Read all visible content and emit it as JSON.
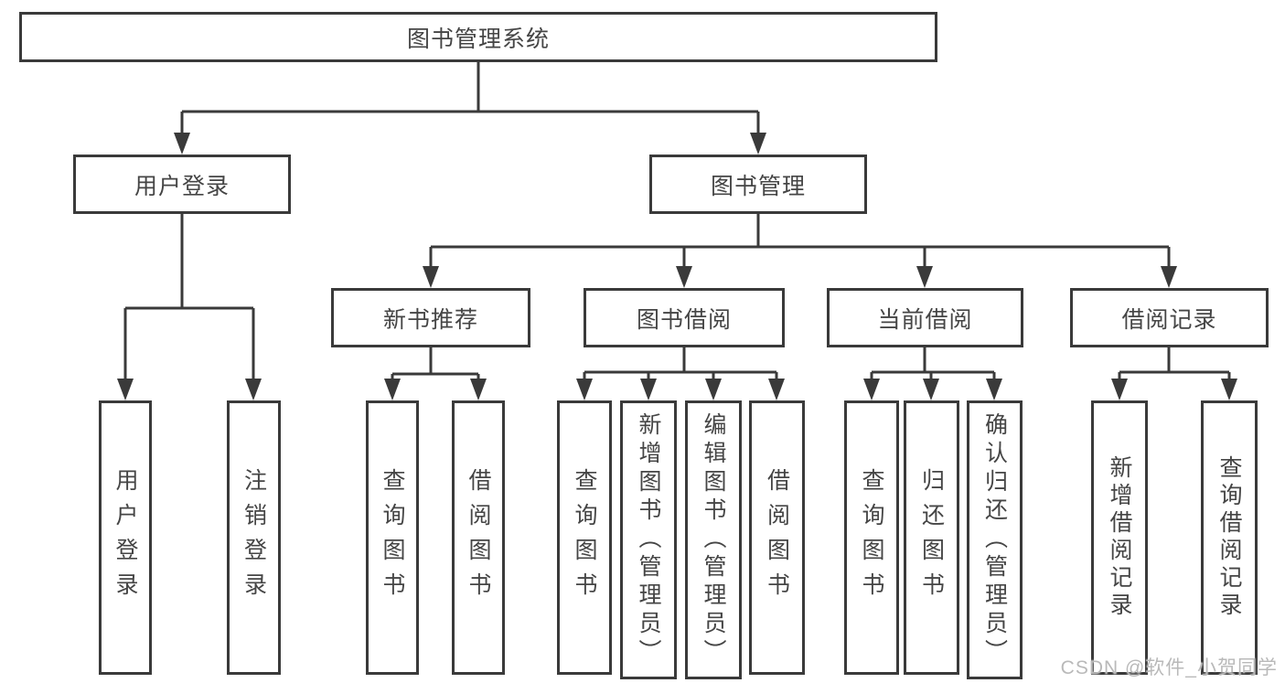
{
  "diagram_type": "hierarchy-chart",
  "colors": {
    "background": "#ffffff",
    "line": "#3a3a3a",
    "box_border": "#3a3a3a",
    "text": "#454545",
    "watermark": "#b9b9b9"
  },
  "tree": {
    "label": "图书管理系统",
    "children": [
      {
        "label": "用户登录",
        "children": [
          {
            "label": "用户登录"
          },
          {
            "label": "注销登录"
          }
        ]
      },
      {
        "label": "图书管理",
        "children": [
          {
            "label": "新书推荐",
            "children": [
              {
                "label": "查询图书"
              },
              {
                "label": "借阅图书"
              }
            ]
          },
          {
            "label": "图书借阅",
            "children": [
              {
                "label": "查询图书"
              },
              {
                "label": "新增图书（管理员）"
              },
              {
                "label": "编辑图书（管理员）"
              },
              {
                "label": "借阅图书"
              }
            ]
          },
          {
            "label": "当前借阅",
            "children": [
              {
                "label": "查询图书"
              },
              {
                "label": "归还图书"
              },
              {
                "label": "确认归还（管理员）"
              }
            ]
          },
          {
            "label": "借阅记录",
            "children": [
              {
                "label": "新增借阅记录"
              },
              {
                "label": "查询借阅记录"
              }
            ]
          }
        ]
      }
    ]
  },
  "watermark": "CSDN @软件_小贺同学"
}
